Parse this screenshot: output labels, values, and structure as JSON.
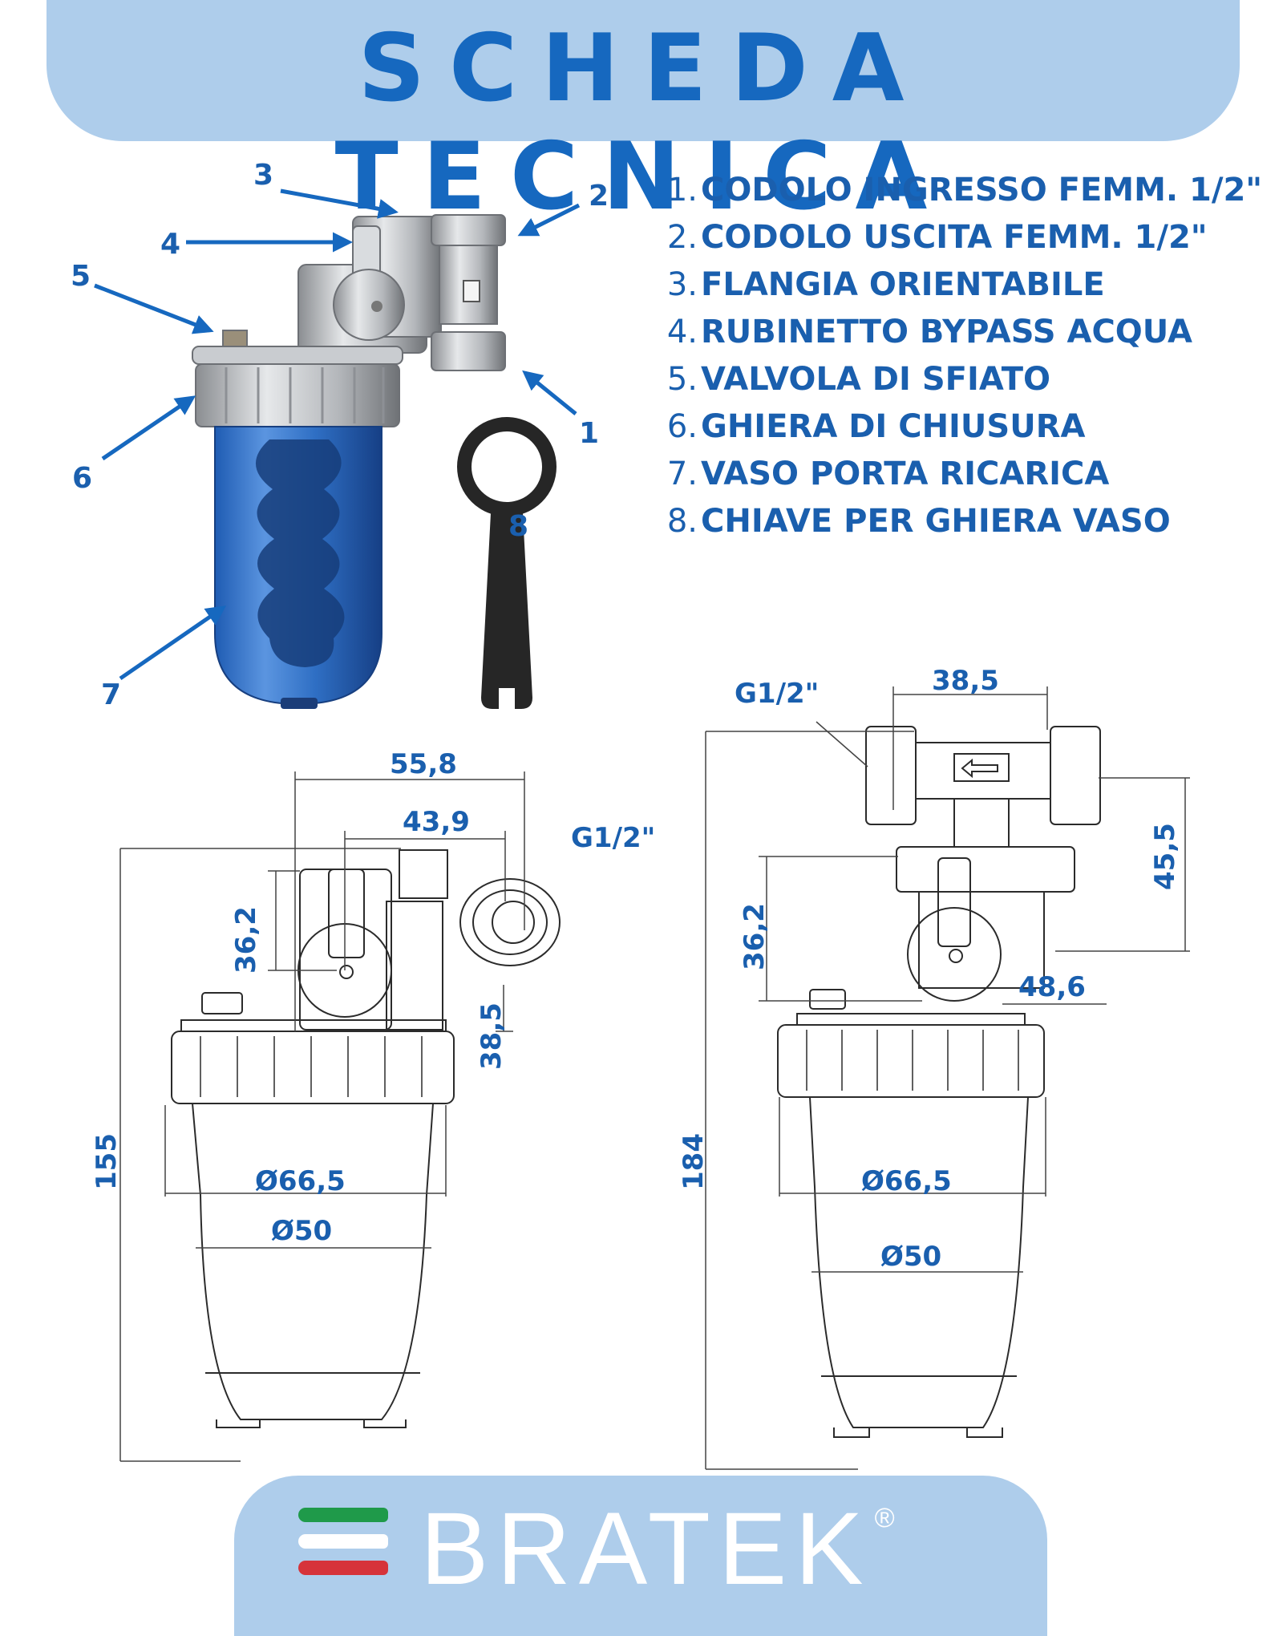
{
  "header": {
    "title": "SCHEDA TECNICA"
  },
  "legend": {
    "items": [
      {
        "num": "1.",
        "label": "CODOLO INGRESSO FEMM. 1/2\""
      },
      {
        "num": "2.",
        "label": "CODOLO USCITA FEMM. 1/2\""
      },
      {
        "num": "3.",
        "label": "FLANGIA ORIENTABILE"
      },
      {
        "num": "4.",
        "label": "RUBINETTO BYPASS ACQUA"
      },
      {
        "num": "5.",
        "label": "VALVOLA DI SFIATO"
      },
      {
        "num": "6.",
        "label": "GHIERA DI CHIUSURA"
      },
      {
        "num": "7.",
        "label": "VASO PORTA RICARICA"
      },
      {
        "num": "8.",
        "label": "CHIAVE PER GHIERA VASO"
      }
    ]
  },
  "callouts": [
    "1",
    "2",
    "3",
    "4",
    "5",
    "6",
    "7",
    "8"
  ],
  "front_view": {
    "dim_width_total": "55,8",
    "dim_width_flange": "43,9",
    "thread": "G1/2\"",
    "dim_valve_height": "36,2",
    "dim_offset": "38,5",
    "dim_height_total": "155",
    "dim_ring_diameter": "Ø66,5",
    "dim_body_diameter": "Ø50"
  },
  "side_view": {
    "thread": "G1/2\"",
    "dim_fitting_width": "38,5",
    "dim_fitting_height": "45,5",
    "dim_valve_height": "36,2",
    "dim_valve_offset": "48,6",
    "dim_height_total": "184",
    "dim_ring_diameter": "Ø66,5",
    "dim_body_diameter": "Ø50"
  },
  "footer": {
    "brand": "BRATEK",
    "trademark": "®"
  },
  "colors": {
    "banner": "#aecdeb",
    "accent_blue": "#1668bf",
    "text_blue": "#1a5fae",
    "filter_bowl": "#2f6fc4",
    "flag_green": "#1f9a4a",
    "flag_red": "#d6333a"
  }
}
